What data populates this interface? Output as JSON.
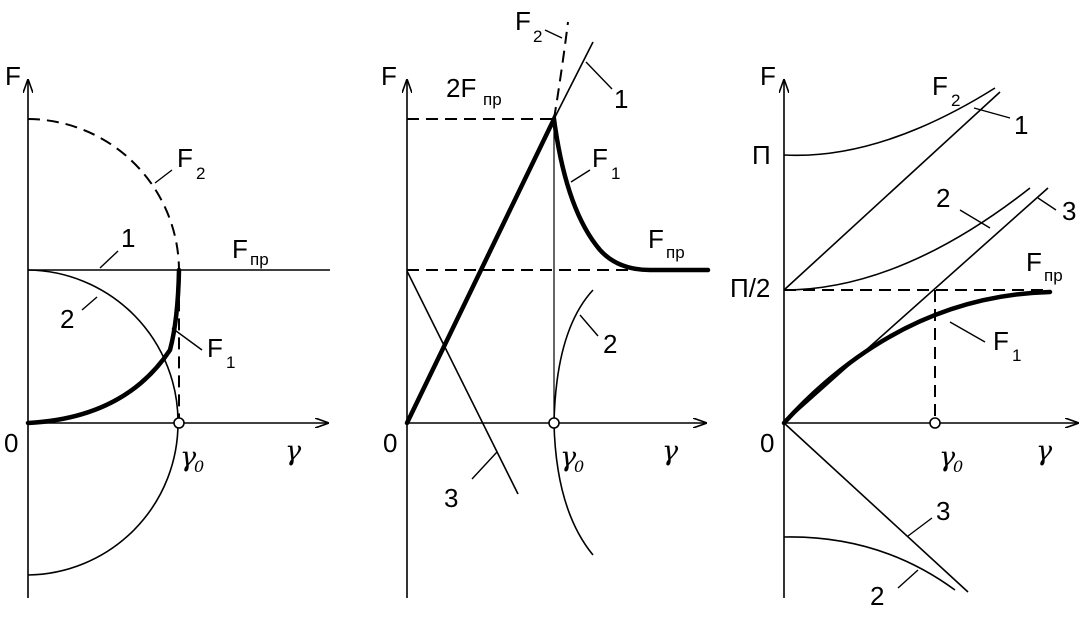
{
  "axes": {
    "y_label": "F",
    "x_label": "γ",
    "origin": "0"
  },
  "gamma0": {
    "main": "γ",
    "sub": "0"
  },
  "panel_left": {
    "F2": {
      "main": "F",
      "sub": "2"
    },
    "F1": {
      "main": "F",
      "sub": "1"
    },
    "Fpr": {
      "main": "F",
      "sub": "пр"
    },
    "curve1": "1",
    "curve2": "2"
  },
  "panel_middle": {
    "F2": {
      "main": "F",
      "sub": "2"
    },
    "F1": {
      "main": "F",
      "sub": "1"
    },
    "Fpr": {
      "main": "F",
      "sub": "пр"
    },
    "twoFpr": {
      "main": "2F",
      "sub": "пр"
    },
    "curve1": "1",
    "curve2": "2",
    "curve3": "3"
  },
  "panel_right": {
    "F2": {
      "main": "F",
      "sub": "2"
    },
    "F1": {
      "main": "F",
      "sub": "1"
    },
    "Fpr": {
      "main": "F",
      "sub": "пр"
    },
    "P": "П",
    "P_half": "П/2",
    "curve1": "1",
    "curve2_top": "2",
    "curve3_top": "3",
    "curve2_bottom": "2",
    "curve3_bottom": "3"
  }
}
